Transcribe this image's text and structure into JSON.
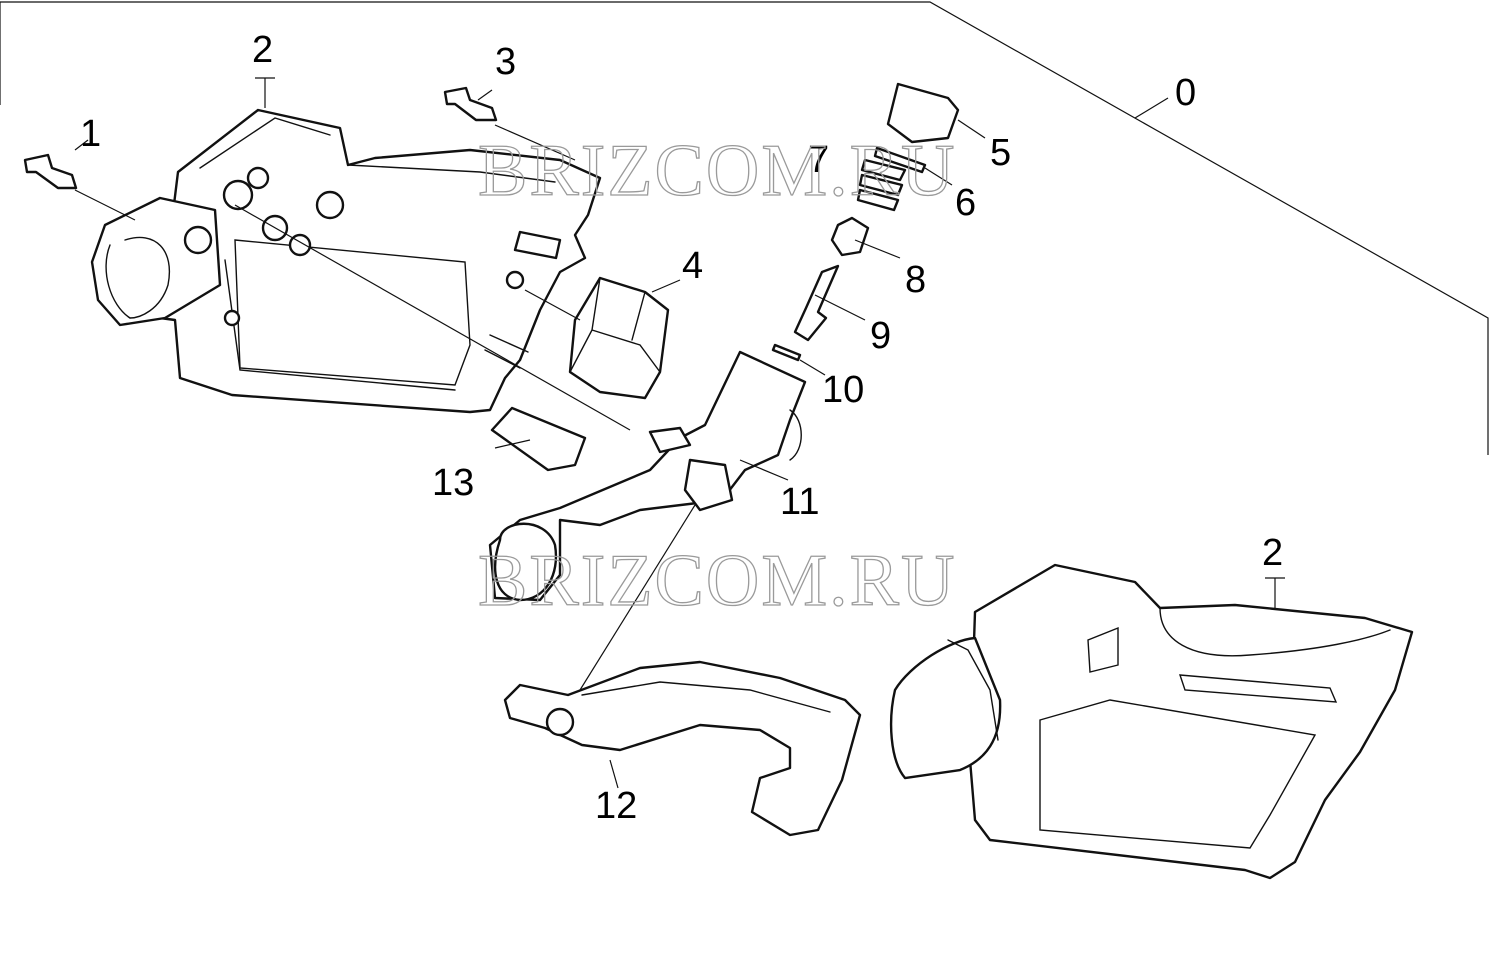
{
  "callouts": {
    "assembly": "0",
    "screw_1": "1",
    "housing_left": "2",
    "screw_3": "3",
    "block_4": "4",
    "plug_5": "5",
    "ring_6": "6",
    "spring_7": "7",
    "valve_8": "8",
    "stem_9": "9",
    "oring_10": "10",
    "body_11": "11",
    "lever_12": "12",
    "pad_13": "13",
    "housing_right": "2"
  },
  "watermarks": [
    "BRIZCOM.RU",
    "BRIZCOM.RU"
  ],
  "line_color": "#111111",
  "watermark_color": "#9a9a9a",
  "background": "#ffffff"
}
